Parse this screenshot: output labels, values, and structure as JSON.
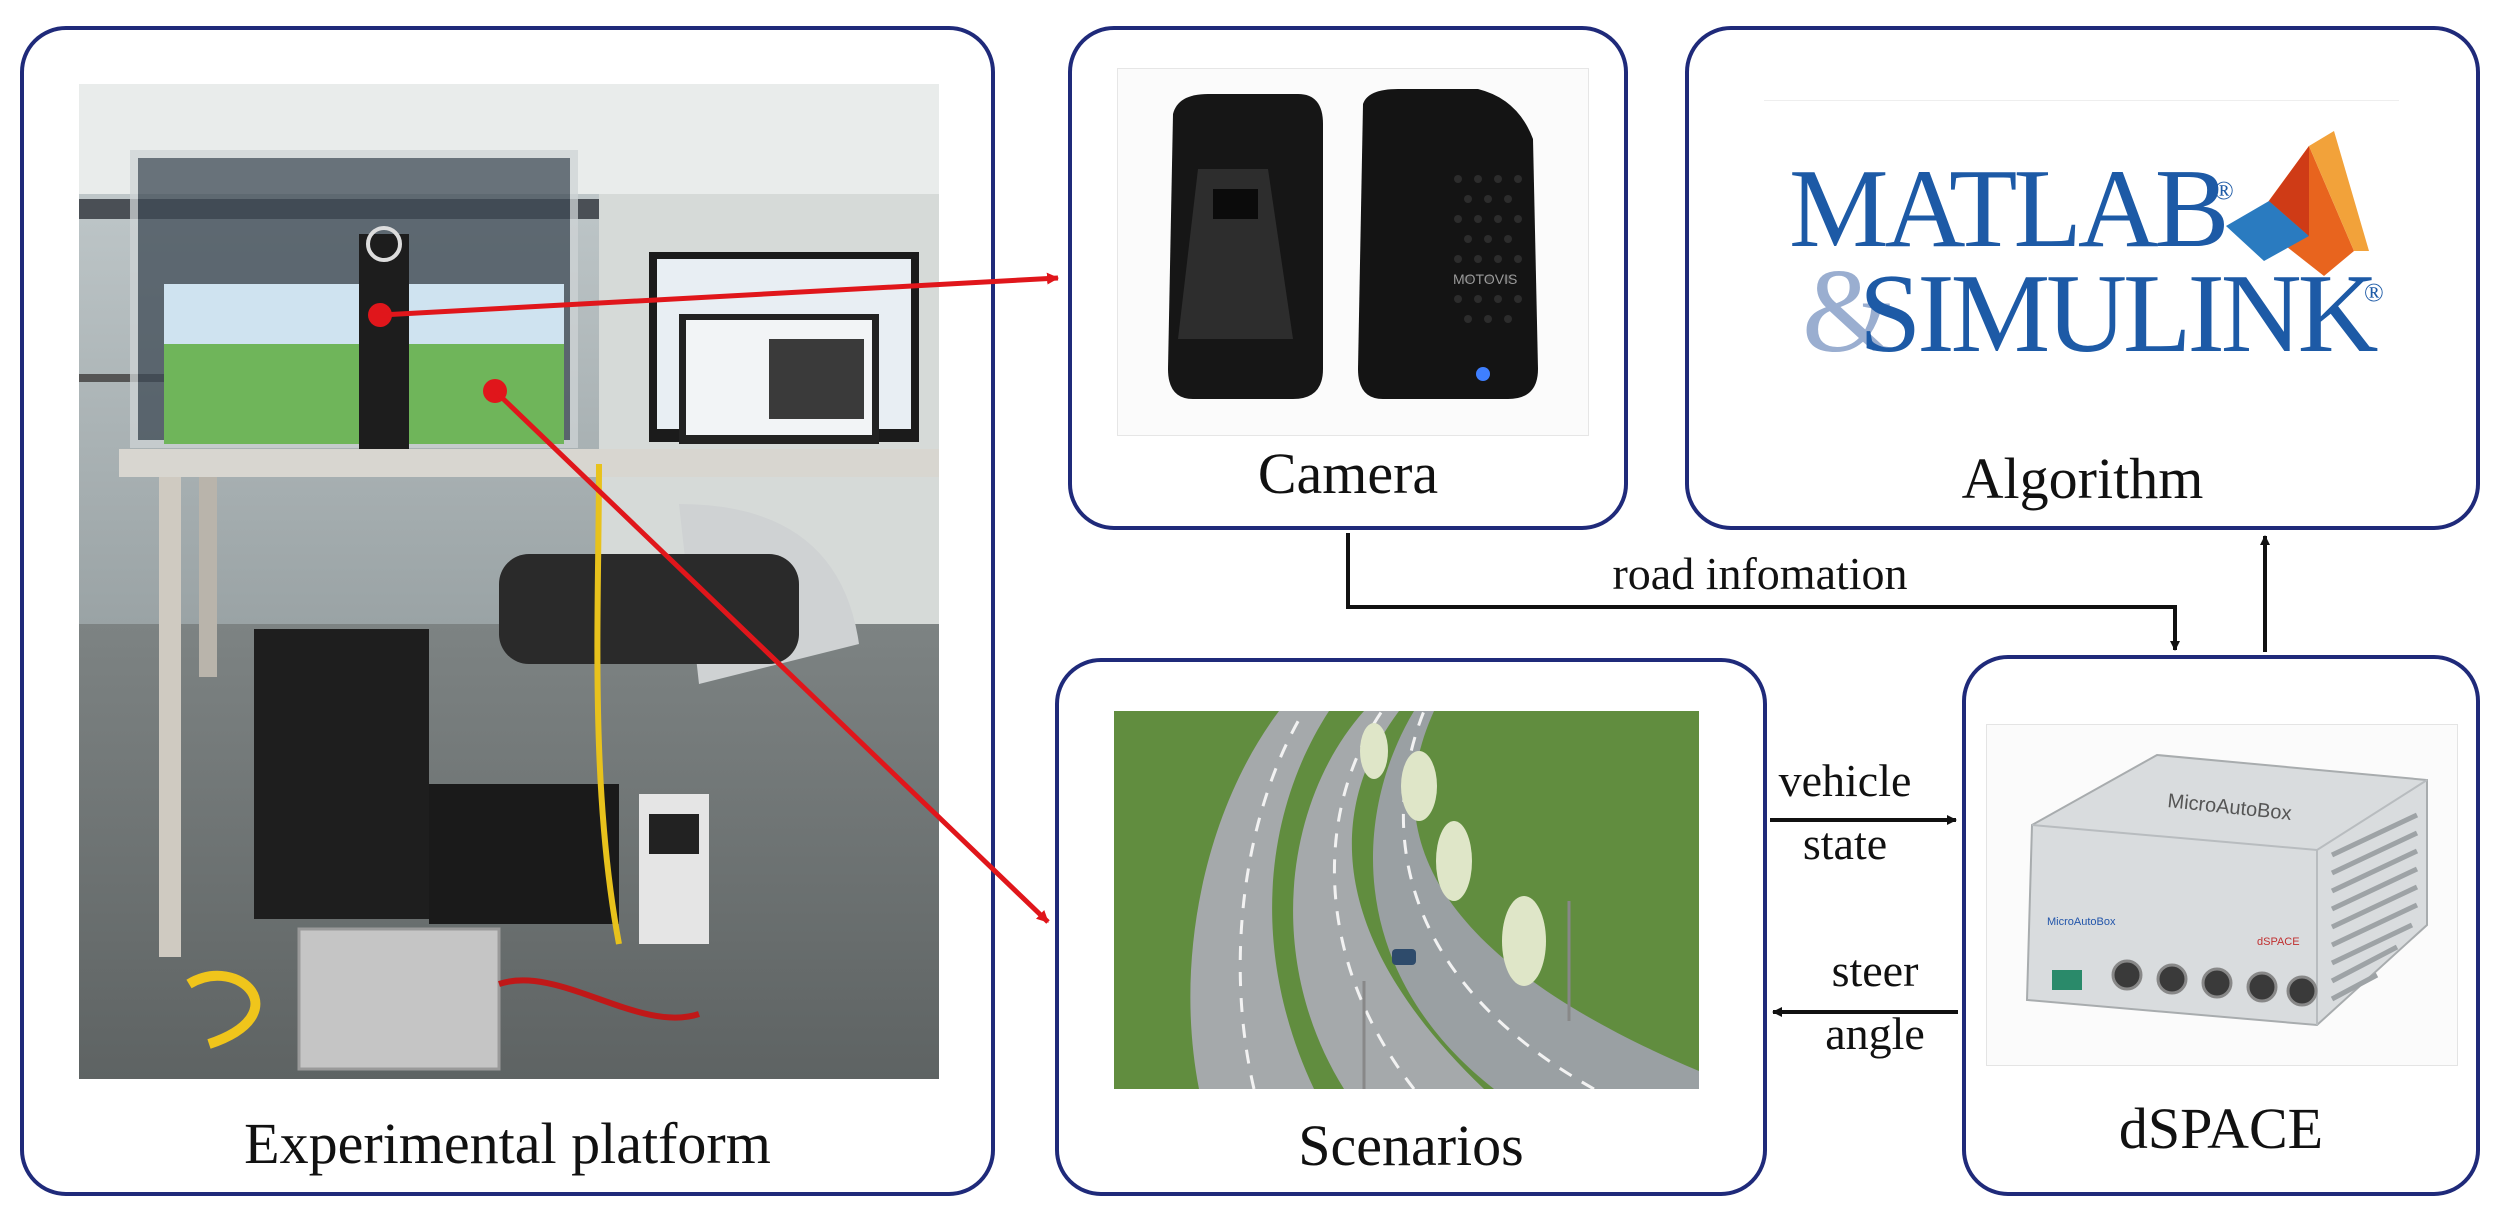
{
  "panels": {
    "experimental": {
      "caption": "Experimental platform"
    },
    "camera": {
      "caption": "Camera"
    },
    "algorithm": {
      "caption": "Algorithm"
    },
    "scenarios": {
      "caption": "Scenarios"
    },
    "dspace": {
      "caption": "dSPACE"
    }
  },
  "edges": {
    "road_information": "road infomation",
    "vehicle": "vehicle",
    "state": "state",
    "steer": "steer",
    "angle": "angle"
  },
  "logo": {
    "line1": "MATLAB",
    "line2": "SIMULINK",
    "amp": "&",
    "reg": "®"
  },
  "device_text": {
    "camera_brand": "MOTOVIS",
    "box_name": "MicroAutoBox",
    "box_brand": "dSPACE"
  },
  "colors": {
    "border": "#1f2a7a",
    "arrow_red": "#e0161b",
    "logo_blue": "#1d5aa6"
  }
}
